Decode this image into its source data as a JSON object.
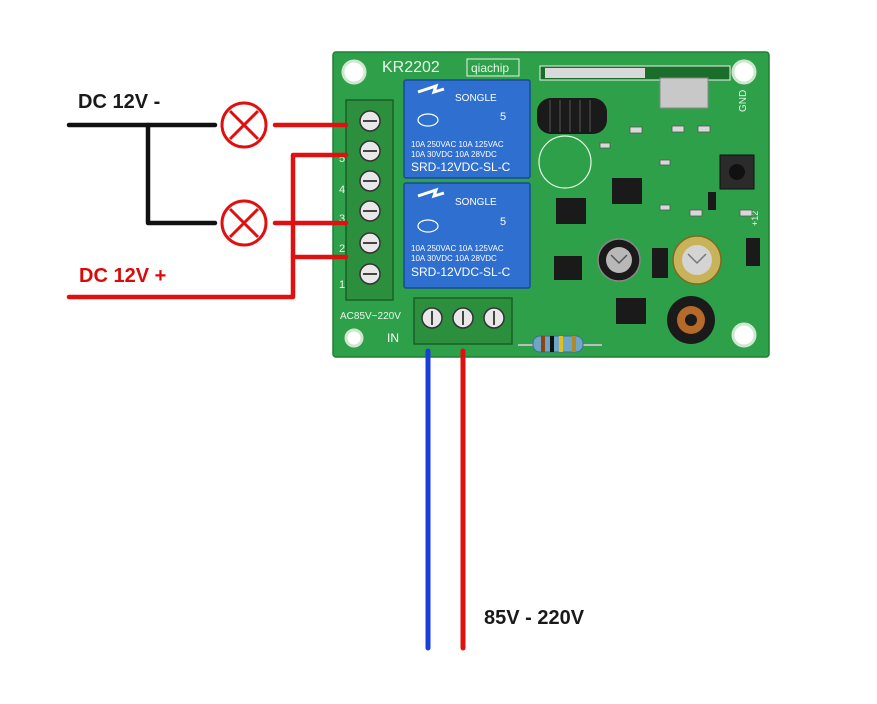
{
  "labels": {
    "dc_minus": "DC 12V -",
    "dc_plus": "DC 12V +",
    "mains": "85V - 220V"
  },
  "board": {
    "model": "KR2202",
    "brand": "qiachip",
    "gnd": "GND",
    "plus12": "+12",
    "in": "IN",
    "ac_range": "AC85V~220V",
    "terminal_numbers": [
      "5",
      "4",
      "3",
      "2",
      "1"
    ]
  },
  "relays": [
    {
      "brand": "SONGLE",
      "rating_ac": "10A 250VAC  10A 125VAC",
      "rating_dc": "10A  30VDC  10A  28VDC",
      "model": "SRD-12VDC-SL-C",
      "pin_mark": "5"
    },
    {
      "brand": "SONGLE",
      "rating_ac": "10A 250VAC  10A 125VAC",
      "rating_dc": "10A  30VDC  10A  28VDC",
      "model": "SRD-12VDC-SL-C",
      "pin_mark": "5"
    }
  ],
  "colors": {
    "board": "#2fa04a",
    "relay": "#2f6fd0",
    "live_wire": "#e01010",
    "neutral_wire": "#1a3fd8",
    "ground_wire": "#111111",
    "terminal": "#2c8f3e"
  },
  "icons": [
    "lamp-icon",
    "relay-icon",
    "screw-terminal-icon",
    "antenna-coil-icon",
    "resistor-icon"
  ]
}
